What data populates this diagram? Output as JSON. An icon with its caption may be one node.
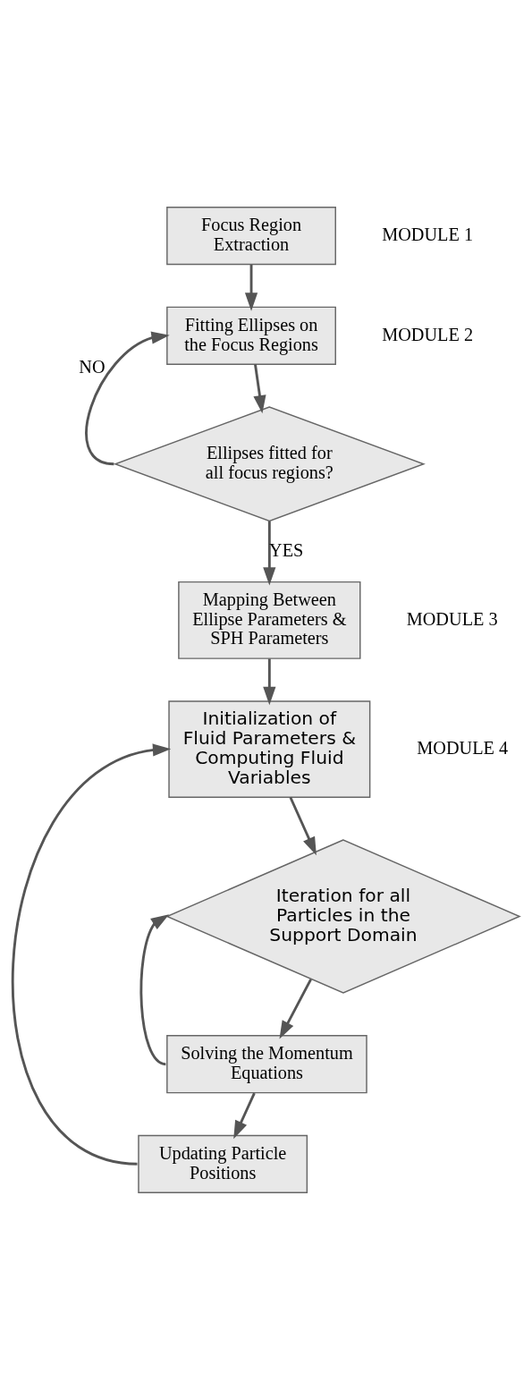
{
  "diagram": {
    "nodes": [
      {
        "text": [
          "Focus Region Extraction"
        ],
        "beside": [
          "MODULE 1"
        ]
      },
      {
        "text": [
          "Fitting Ellipses on the Focus Regions"
        ],
        "beside": [
          "MODULE 2"
        ]
      },
      {
        "text": [
          "Ellipses fitted for all focus regions?"
        ]
      },
      {
        "text": [
          "Mapping Between Ellipse Parameters & SPH Parameters"
        ],
        "beside": [
          "MODULE 3"
        ]
      },
      {
        "text": [
          "Initialization of Fluid Parameters & Computing Fluid Variables"
        ],
        "beside": [
          "MODULE 4"
        ]
      },
      {
        "text": [
          "Iteration for all Particles in the Support Domain"
        ]
      },
      {
        "text": [
          "Solving the Momentum Equations"
        ]
      },
      {
        "text": [
          "Updating Particle Positions"
        ]
      }
    ],
    "edges": [
      {
        "from": 0,
        "to": 1,
        "arrow": "to"
      },
      {
        "from": 1,
        "to": 2,
        "arrow": "to"
      },
      {
        "from": 2,
        "to": 1,
        "arrow": "to",
        "label": "NO"
      },
      {
        "from": 2,
        "to": 3,
        "arrow": "to",
        "label": "YES"
      },
      {
        "from": 3,
        "to": 4,
        "arrow": "to"
      },
      {
        "from": 4,
        "to": 5,
        "arrow": "to"
      },
      {
        "from": 5,
        "to": 6,
        "arrow": "to"
      },
      {
        "from": 6,
        "to": 5,
        "arrow": "to"
      },
      {
        "from": 6,
        "to": 7,
        "arrow": "to"
      },
      {
        "from": 7,
        "to": 4,
        "arrow": "to"
      }
    ]
  }
}
